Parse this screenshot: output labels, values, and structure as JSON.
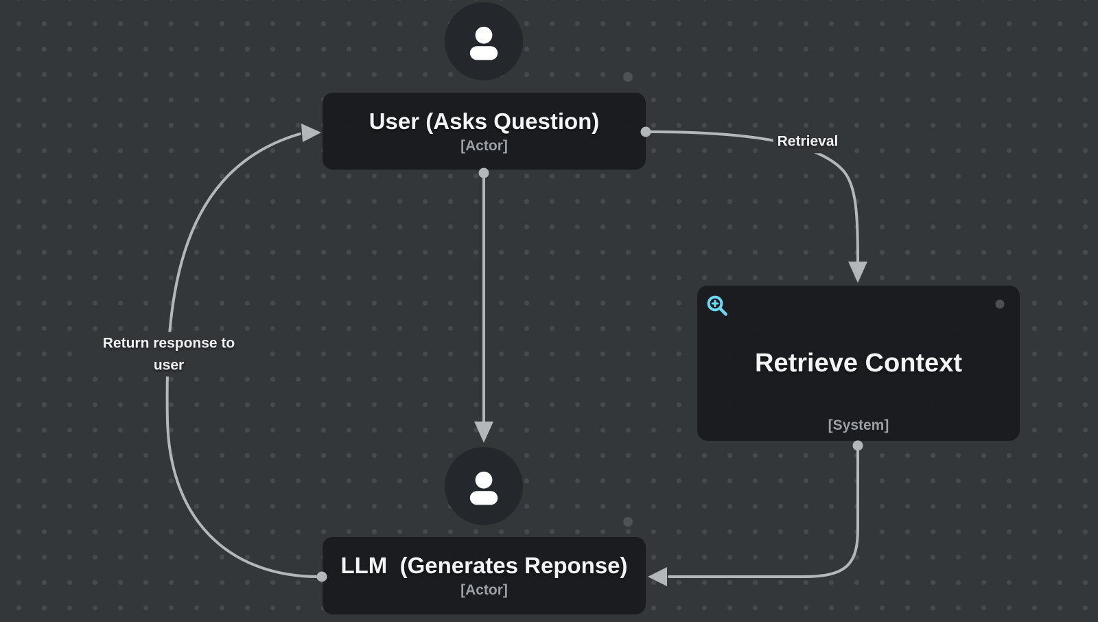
{
  "diagram": {
    "nodes": {
      "user": {
        "title": "User (Asks Question)",
        "subtitle": "[Actor]",
        "icon": "person-icon"
      },
      "retrieve_context": {
        "title": "Retrieve Context",
        "subtitle": "[System]",
        "icon": "zoom-in-icon"
      },
      "llm": {
        "title": "LLM  (Generates Reponse)",
        "subtitle": "[Actor]",
        "icon": "person-icon"
      }
    },
    "edges": {
      "user_to_retrieve": {
        "label": "Retrieval"
      },
      "user_to_llm": {
        "label": ""
      },
      "retrieve_to_llm": {
        "label": ""
      },
      "llm_to_user": {
        "label": "Return response to user"
      }
    },
    "colors": {
      "background": "#34373a",
      "grid_dot": "#46494e",
      "node_fill": "rgba(24,26,30,0.92)",
      "icon_circle_fill": "#24272b",
      "title_text": "#f2f4f5",
      "subtitle_text": "#9ba0a5",
      "edge": "#b4b7b9",
      "edge_label_text": "#eef0f2",
      "magnifier": "#6ed7f2",
      "deco_dot": "#4f5358"
    }
  }
}
